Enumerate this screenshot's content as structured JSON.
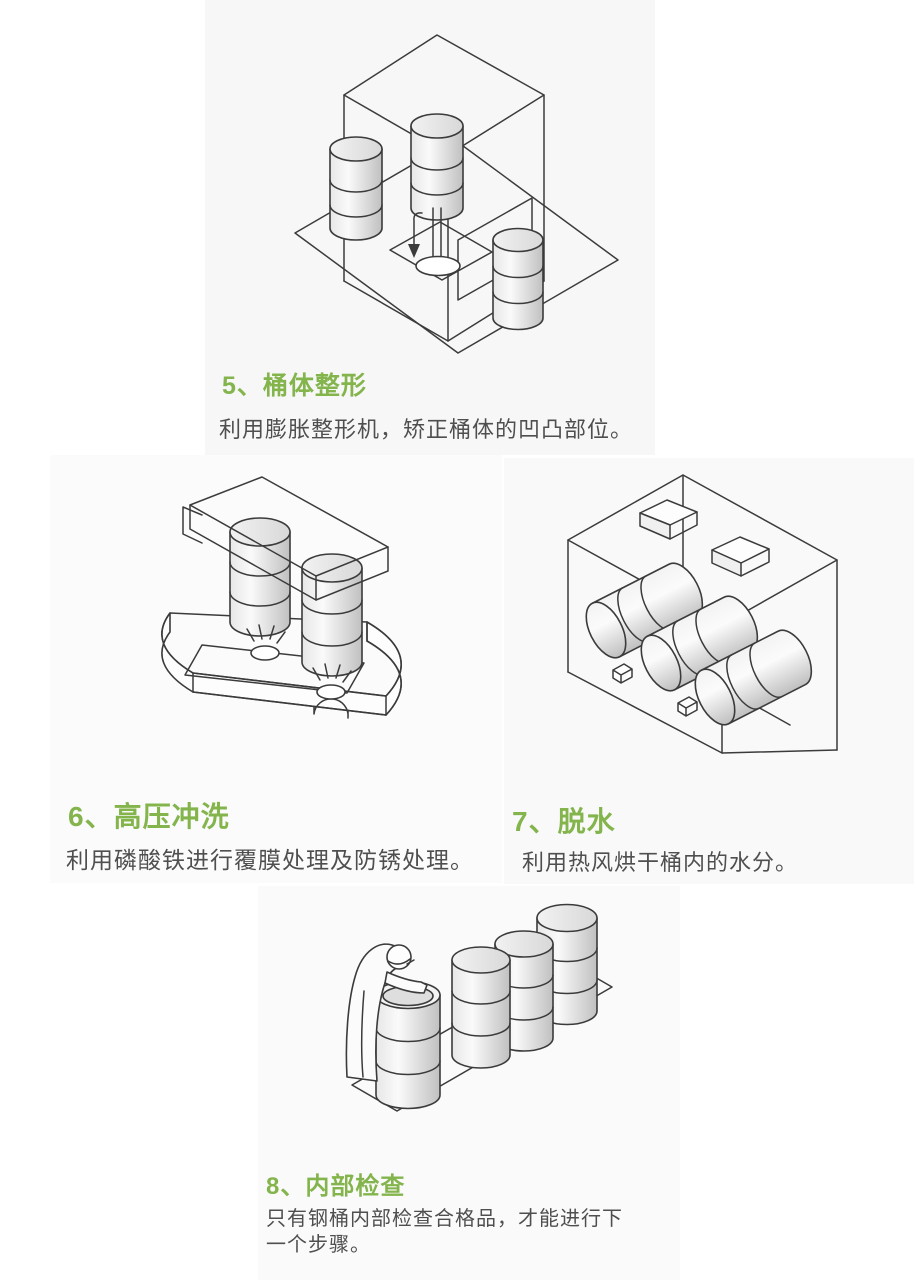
{
  "colors": {
    "heading_green": "#84b44c",
    "body_text": "#4f4f4f",
    "line_art": "#3b3b3b",
    "barrel_light": "#fafafa",
    "barrel_dark": "#c0c0c0"
  },
  "steps": [
    {
      "id": "step-5",
      "heading": "5、桶体整形",
      "description": "利用膨胀整形机，矫正桶体的凹凸部位。",
      "illustration": "barrel-reshaping-machine"
    },
    {
      "id": "step-6",
      "heading": "6、高压冲洗",
      "description": "利用磷酸铁进行覆膜处理及防锈处理。",
      "illustration": "high-pressure-washing-machine"
    },
    {
      "id": "step-7",
      "heading": "7、脱水",
      "description": "利用热风烘干桶内的水分。",
      "illustration": "drying-chamber-with-barrels"
    },
    {
      "id": "step-8",
      "heading": "8、内部检查",
      "description": "只有钢桶内部检查合格品，才能进行下一个步骤。",
      "illustration": "worker-inspecting-barrel-interior"
    }
  ]
}
